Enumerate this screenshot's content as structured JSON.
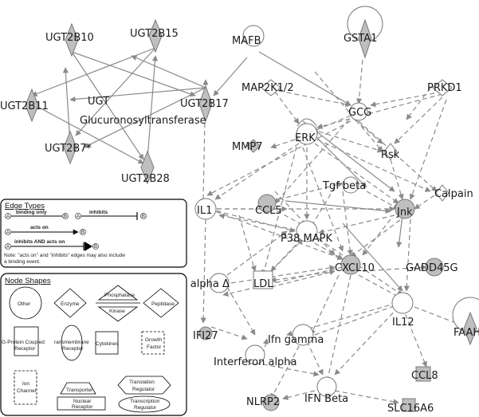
{
  "nodes": {
    "ugt2b10": "UGT2B10",
    "ugt2b15": "UGT2B15",
    "ugt2b11": "UGT2B11",
    "ugt2b17": "UGT2B17",
    "ugt_line1": "UGT",
    "ugt_line2": "Glucuronosyltransferase",
    "ugt2b7": "UGT2B7*",
    "ugt2b28": "UGT2B28",
    "mafb": "MAFB",
    "gsta1": "GSTA1",
    "map2k": "MAP2K1/2",
    "prkd1": "PRKD1",
    "gcg": "GCG",
    "erk": "ERK",
    "mmp7": "MMP7",
    "rsk": "Rsk",
    "ccl5": "CCL5",
    "tgfbeta": "Tgf beta",
    "calpain": "Calpain",
    "il1": "IL1",
    "jnk": "Jnk",
    "p38": "P38 MAPK",
    "cxcl10": "CXCL10",
    "gadd45g": "GADD45G",
    "ifnalpha": "Ifn alpha Δ",
    "ldl": "LDL",
    "il12": "IL12",
    "faah": "FAAH",
    "ifi27": "IFI27",
    "ifngamma": "Ifn gamma",
    "interferon_alpha": "Interferon alpha",
    "ccl8": "CCL8",
    "nlrp2": "NLRP2",
    "ifnbeta": "IFN Beta",
    "slc16a6": "SLC16A6"
  },
  "edge_legend": {
    "title": "Edge Types",
    "binding_only": "binding only",
    "inhibits": "inhibits",
    "acts_on": "acts on",
    "inhibits_and_acts_on": "inhibits AND acts on",
    "node_a": "A",
    "node_b": "B",
    "note_line1": "Note: \"acts on\" and \"inhibits\" edges may also include",
    "note_line2": "a binding event."
  },
  "shape_legend": {
    "title": "Node Shapes",
    "other": "Other",
    "enzyme": "Enzyme",
    "phosphatase": "Phosphatase",
    "kinase": "Kinase",
    "peptidase": "Peptidase",
    "gpcr_line1": "G-Protein Coupled",
    "gpcr_line2": "Receptor",
    "tm_line1": "ransmembrane",
    "tm_line2": "Receptor",
    "cytokines": "Cytokines",
    "gf_line1": "Growth",
    "gf_line2": "Factor",
    "ion_line1": "Ion",
    "ion_line2": "Channel",
    "transporter": "Transporter",
    "tr_line1": "Translation",
    "tr_line2": "Regulator",
    "nr_line1": "Nuclear",
    "nr_line2": "Receptor",
    "tx_line1": "Transcription",
    "tx_line2": "Regulator"
  }
}
